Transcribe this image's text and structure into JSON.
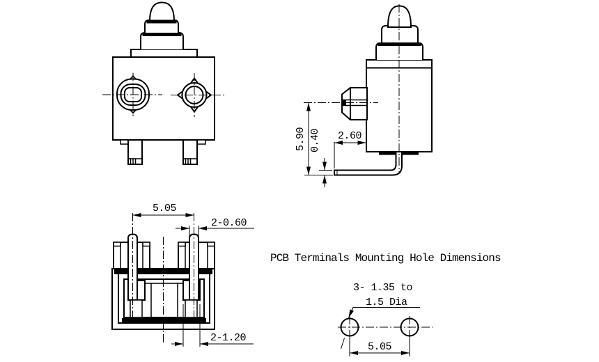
{
  "colors": {
    "line": "#000000",
    "background": "#ffffff"
  },
  "side_view": {
    "dim_height_total": "5.90",
    "dim_terminal_thickness": "0.40",
    "dim_terminal_length": "2.60"
  },
  "bottom_view": {
    "dim_pin_pitch": "5.05",
    "dim_pin_width": "2-0.60",
    "dim_blade_width": "2-1.20"
  },
  "mounting_hole_diagram": {
    "title": "PCB Terminals Mounting Hole Dimensions",
    "hole_size_note_line1": "3- 1.35 to",
    "hole_size_note_line2": "1.5 Dia",
    "dim_hole_pitch": "5.05"
  }
}
